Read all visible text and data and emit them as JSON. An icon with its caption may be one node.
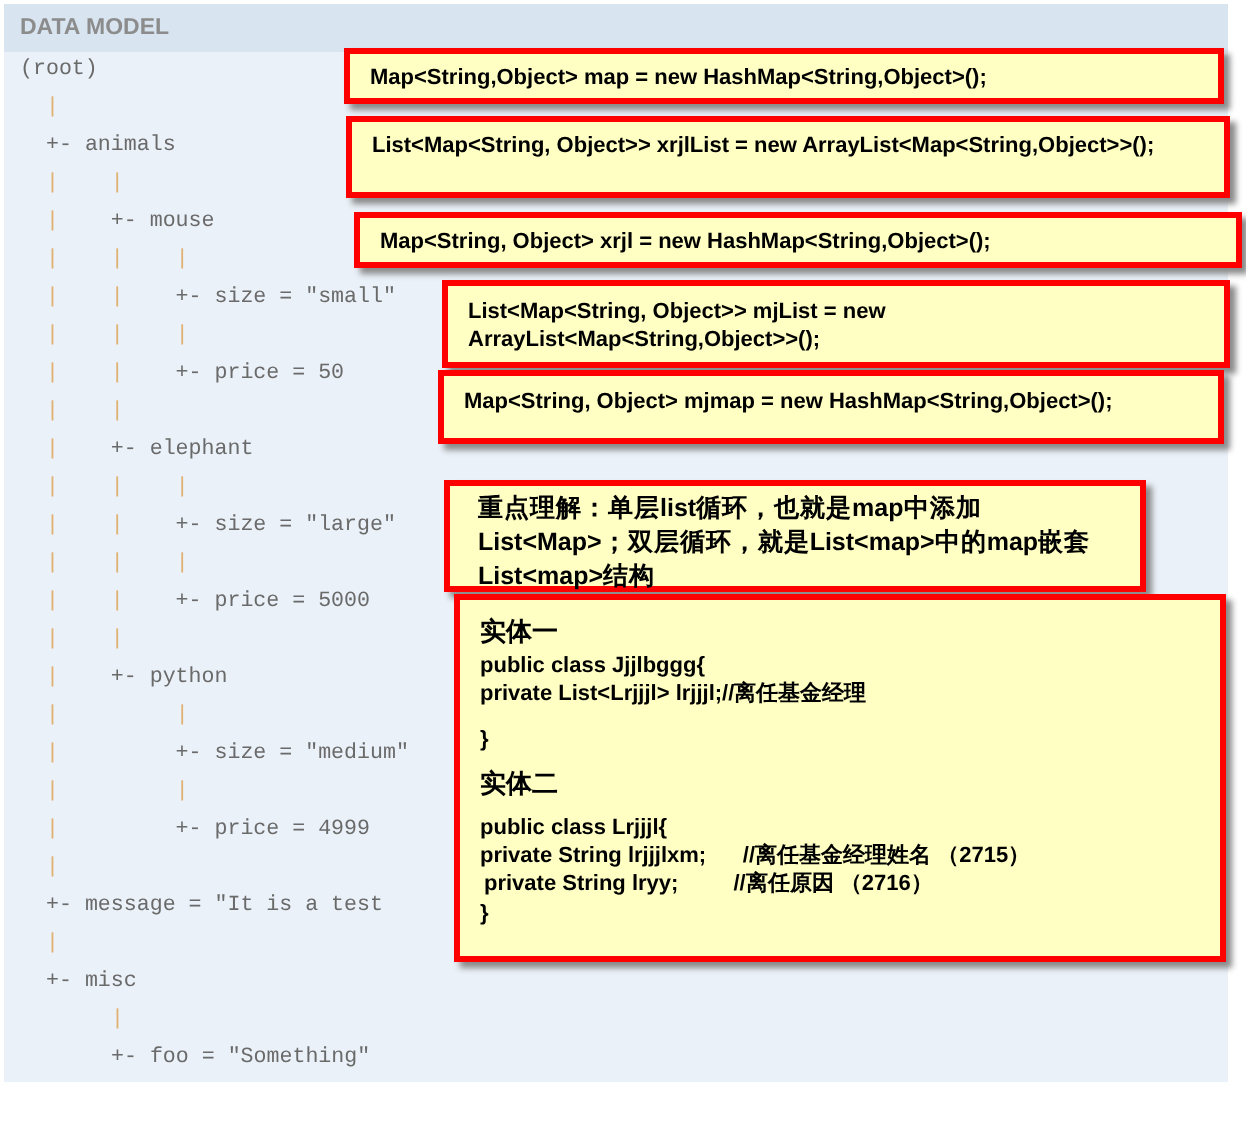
{
  "diagram": {
    "title": "DATA MODEL",
    "nodes": [
      {
        "text": [
          "Map<String,Object> map = new HashMap<String,Object>();"
        ]
      },
      {
        "text": [
          "List<Map<String, Object>> xrjlList = new ArrayList<Map<String,Object>>();"
        ]
      },
      {
        "text": [
          "Map<String, Object> xrjl = new HashMap<String,Object>();"
        ]
      },
      {
        "text": [
          "List<Map<String, Object>> mjList = new ArrayList<Map<String,Object>>();"
        ]
      },
      {
        "text": [
          "Map<String, Object> mjmap = new HashMap<String,Object>();"
        ]
      },
      {
        "text": [
          "重点理解：单层list循环，也就是map中添加List<Map>；双层循环，就是List<map>中的map嵌套List<map>结构"
        ]
      },
      {
        "text": [
          "实体一",
          "public class Jjjlbggg{",
          "private List<Lrjjjl> lrjjjl;//离任基金经理",
          "}",
          "实体二",
          "public class Lrjjjl{",
          "private String lrjjjlxm;      //离任基金经理姓名 （2715）",
          "private String lryy;         //离任原因 （2716）",
          "}"
        ]
      }
    ],
    "labels": [
      "(root)",
      "|",
      "+- animals",
      "|    |",
      "|    +- mouse",
      "|    |    |",
      "|    |    +- size = \"small\"",
      "|    |    |",
      "|    |    +- price = 50",
      "|    |",
      "|    +- elephant",
      "|    |    |",
      "|    |    +- size = \"large\"",
      "|    |    |",
      "|    |    +- price = 5000",
      "|    |",
      "|    +- python",
      "|         |",
      "|         +- size = \"medium\"",
      "|         |",
      "|         +- price = 4999",
      "|",
      "+- message = \"It is a test",
      "|",
      "+- misc",
      "|",
      "+- foo = \"Something\""
    ]
  }
}
